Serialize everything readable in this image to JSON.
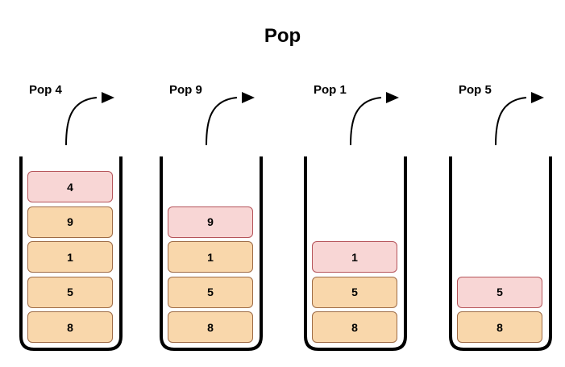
{
  "title": "Pop",
  "colors": {
    "element_fill": "#f9d7ab",
    "element_border": "#9e6b45",
    "popped_fill": "#f8d6d5",
    "popped_border": "#b5545a",
    "container_stroke": "#000000"
  },
  "stacks": [
    {
      "label": "Pop 4",
      "elements_bottom_to_top": [
        "8",
        "5",
        "1",
        "9",
        "4"
      ],
      "popped": "4"
    },
    {
      "label": "Pop 9",
      "elements_bottom_to_top": [
        "8",
        "5",
        "1",
        "9"
      ],
      "popped": "9"
    },
    {
      "label": "Pop 1",
      "elements_bottom_to_top": [
        "8",
        "5",
        "1"
      ],
      "popped": "1"
    },
    {
      "label": "Pop 5",
      "elements_bottom_to_top": [
        "8",
        "5"
      ],
      "popped": "5"
    }
  ]
}
